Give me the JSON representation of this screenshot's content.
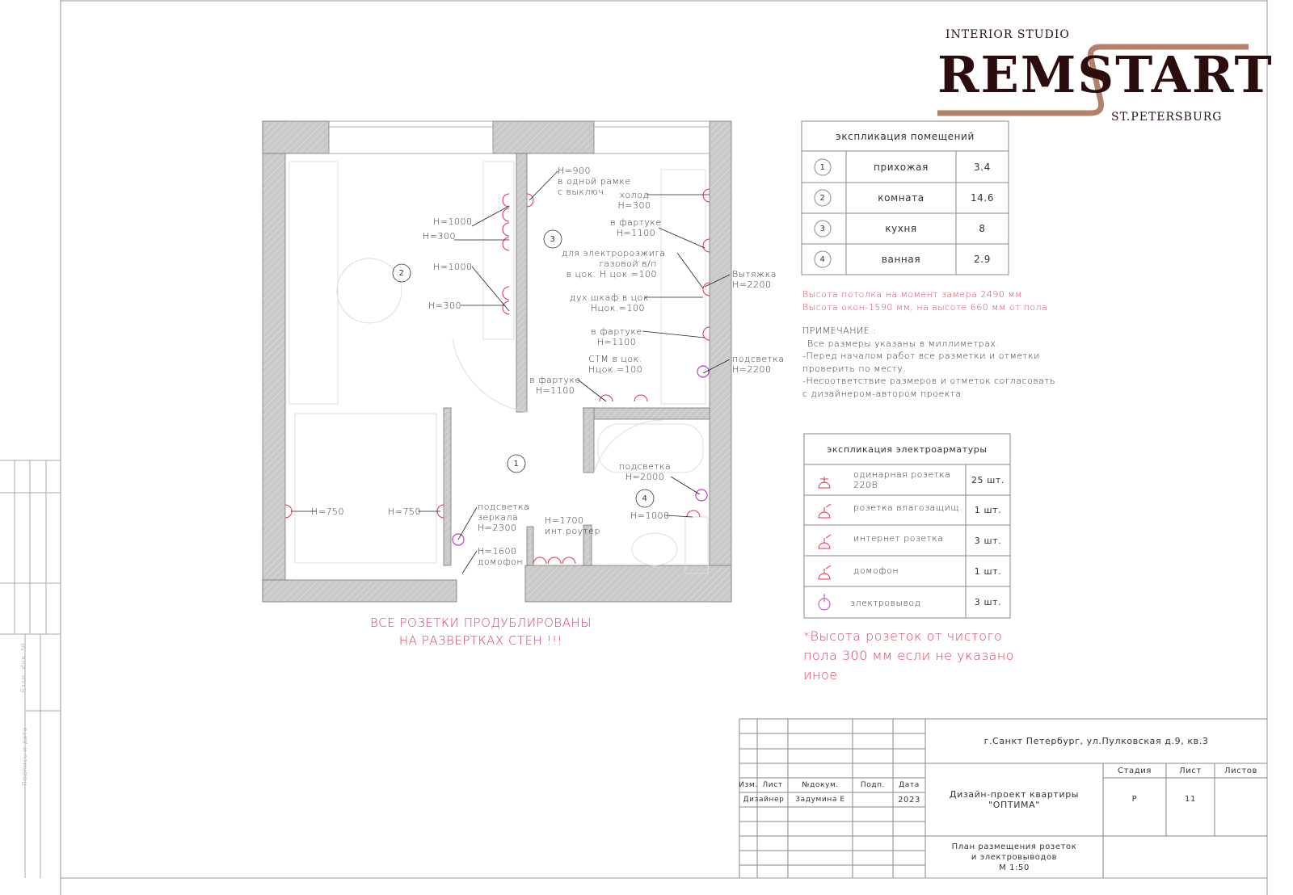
{
  "logo": {
    "top": "INTERIOR STUDIO",
    "name": "REMSTART",
    "bottom": "ST.PETERSBURG",
    "brand_color": "#b3806a",
    "text_color": "#2b0d0d"
  },
  "rooms_table": {
    "title": "экспликация помещений",
    "rows": [
      {
        "num": "1",
        "name": "прихожая",
        "area": "3.4"
      },
      {
        "num": "2",
        "name": "комната",
        "area": "14.6"
      },
      {
        "num": "3",
        "name": "кухня",
        "area": "8"
      },
      {
        "num": "4",
        "name": "ванная",
        "area": "2.9"
      }
    ]
  },
  "heights": [
    "Высота потолка на момент замера 2490 мм",
    "Высота окон-1590 мм, на высоте 660 мм от пола"
  ],
  "notes": {
    "title": "ПРИМЕЧАНИЕ :",
    "lines": [
      "Все размеры указаны в миллиметрах.",
      "-Перед началом работ все разметки и отметки",
      "проверить по месту.",
      "-Несоответствие размеров и отметок согласовать",
      "с дизайнером-автором проекта"
    ]
  },
  "electro_table": {
    "title": "экспликация электроарматуры",
    "rows": [
      {
        "icon": "socket-icon",
        "name": "одинарная розетка 220В",
        "qty": "25 шт."
      },
      {
        "icon": "waterproof-socket-icon",
        "name": "розетка влагозащищ.",
        "qty": "1 шт."
      },
      {
        "icon": "internet-socket-icon",
        "name": "интернет розетка",
        "qty": "3 шт."
      },
      {
        "icon": "intercom-icon",
        "name": "домофон",
        "qty": "1 шт."
      },
      {
        "icon": "electric-outlet-icon",
        "name": "электровывод",
        "qty": "3 шт."
      }
    ]
  },
  "socket_note": [
    "*Высота розеток от чистого",
    "пола 300 мм если не указано",
    "иное"
  ],
  "plan_warning": [
    "ВСЕ РОЗЕТКИ ПРОДУБЛИРОВАНЫ",
    "НА РАЗВЕРТКАХ СТЕН !!!"
  ],
  "room_markers": [
    "1",
    "2",
    "3",
    "4"
  ],
  "annotations": {
    "a1": [
      "Н=900",
      "в одной рамке",
      "с выключ."
    ],
    "a2": [
      "холод",
      "Н=300"
    ],
    "a3": [
      "Н=1000"
    ],
    "a4": [
      "Н=300"
    ],
    "a5": [
      "Н=1000"
    ],
    "a6": [
      "Н=300"
    ],
    "a7": [
      "в фартуке",
      "Н=1100"
    ],
    "a8": [
      "для электророзжига",
      "газовой в/п",
      "в цок. Н цок.=100"
    ],
    "a9": [
      "Вытяжка",
      "Н=2200"
    ],
    "a10": [
      "дух.шкаф в цок.",
      "Нцок.=100"
    ],
    "a11": [
      "в фартуке",
      "Н=1100"
    ],
    "a12": [
      "подсветка",
      "Н=2200"
    ],
    "a13": [
      "СТМ в цок.",
      "Нцок.=100"
    ],
    "a14": [
      "в фартуке",
      "Н=1100"
    ],
    "a15": [
      "Н=750"
    ],
    "a16": [
      "Н=750"
    ],
    "a17": [
      "подсветка",
      "зеркала",
      "Н=2300"
    ],
    "a18": [
      "Н=1600",
      "домофон"
    ],
    "a19": [
      "Н=1700",
      "инт.роутер"
    ],
    "a20": [
      "подсветка",
      "Н=2000"
    ],
    "a21": [
      "Н=1000"
    ]
  },
  "title_block": {
    "address": "г.Санкт Петербург, ул.Пулковская д.9, кв.3",
    "headers": [
      "Изм.",
      "Лист",
      "№докум.",
      "Подп.",
      "Дата"
    ],
    "designer_role": "Дизайнер",
    "designer_name": "Задумина Е",
    "year": "2023",
    "project": [
      "Дизайн-проект квартиры",
      "\"ОПТИМА\""
    ],
    "stage_label": "Стадия",
    "sheet_label": "Лист",
    "sheets_label": "Листов",
    "stage": "Р",
    "sheet": "11",
    "sheet_title": [
      "План размещения розеток",
      "и электровыводов",
      "М 1:50"
    ]
  },
  "side_stamp": [
    "Взам. Инв. №",
    "Подпись и дата"
  ]
}
